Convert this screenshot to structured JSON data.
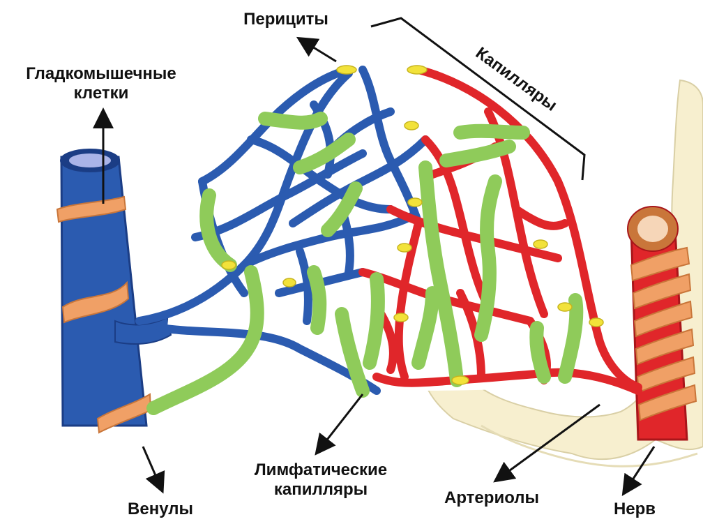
{
  "labels": {
    "pericytes": "Перициты",
    "smooth_muscle_line1": "Гладкомышечные",
    "smooth_muscle_line2": "клетки",
    "capillaries": "Капилляры",
    "lymphatic_line1": "Лимфатические",
    "lymphatic_line2": "капилляры",
    "venules": "Венулы",
    "arterioles": "Артериолы",
    "nerve": "Нерв"
  },
  "colors": {
    "venous": "#2b5bb0",
    "venous_dark": "#1b3d85",
    "arterial": "#e0262a",
    "arterial_dark": "#a8161a",
    "lymphatic": "#8fcb5a",
    "lymphatic_dark": "#5f9e32",
    "smooth_muscle": "#f0a066",
    "nerve": "#f7efcf",
    "pericyte": "#f2e23a",
    "text": "#111111"
  }
}
